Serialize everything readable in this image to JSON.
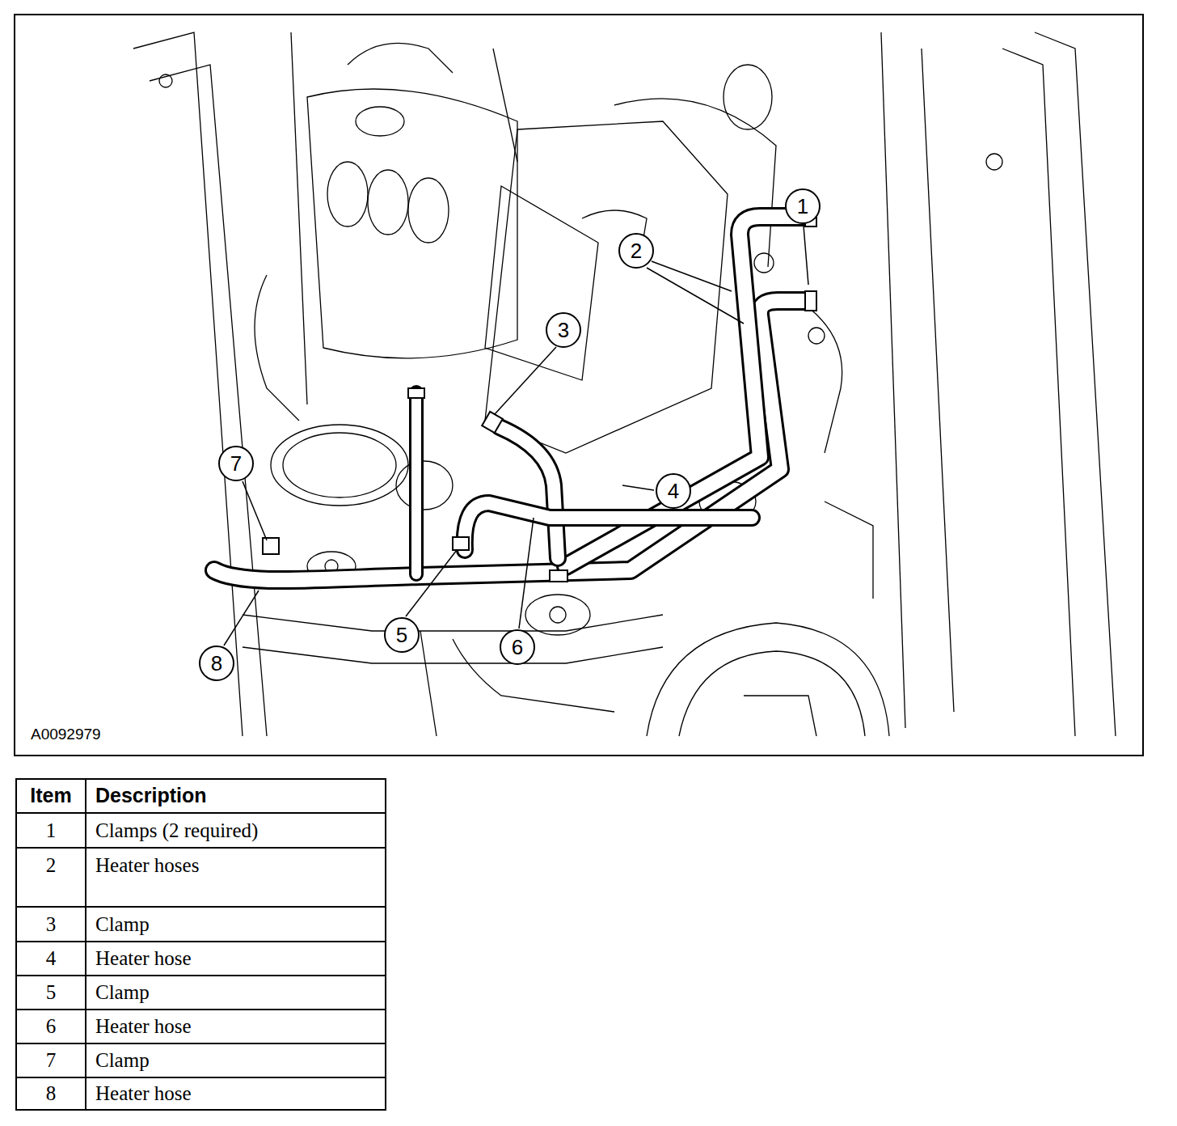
{
  "diagram": {
    "nodes": [
      {
        "text": [
          "1"
        ]
      },
      {
        "text": [
          "2"
        ]
      },
      {
        "text": [
          "3"
        ]
      },
      {
        "text": [
          "4"
        ]
      },
      {
        "text": [
          "5"
        ]
      },
      {
        "text": [
          "6"
        ]
      },
      {
        "text": [
          "7"
        ]
      },
      {
        "text": [
          "8"
        ]
      }
    ],
    "labels": [
      "A0092979",
      "Item",
      "Description",
      "1",
      "Clamps (2 required)",
      "2",
      "Heater hoses",
      "3",
      "Clamp",
      "4",
      "Heater hose",
      "5",
      "Clamp",
      "6",
      "Heater hose",
      "7",
      "Clamp",
      "8",
      "Heater hose"
    ]
  }
}
